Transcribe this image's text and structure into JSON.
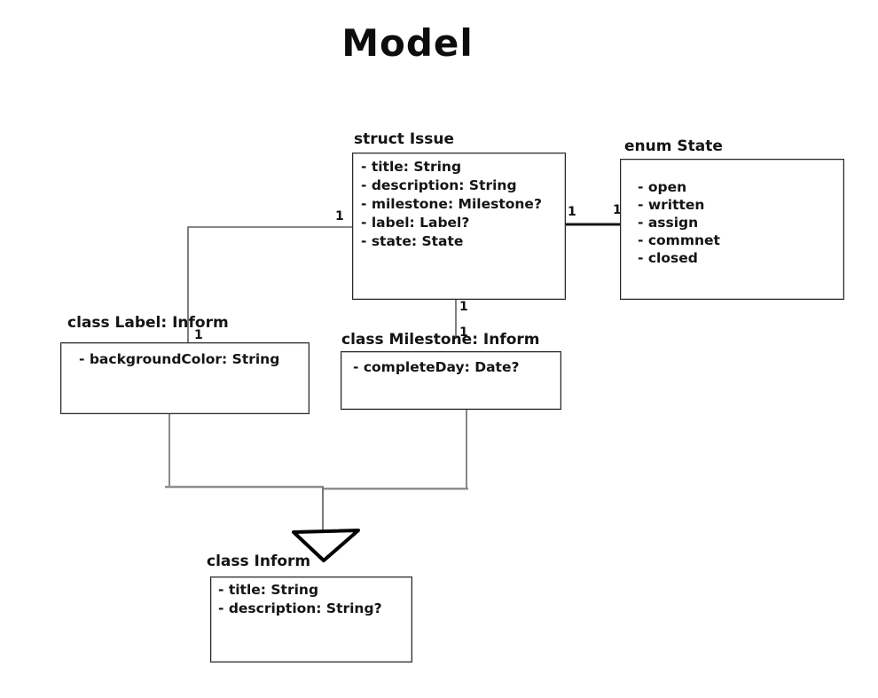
{
  "title": "Model",
  "diagram": {
    "nodes": [
      {
        "id": "issue",
        "header": "struct Issue",
        "fields": [
          "- title: String",
          "- description: String",
          "- milestone: Milestone?",
          "- label: Label?",
          "- state: State"
        ]
      },
      {
        "id": "state",
        "header": "enum State",
        "fields": [
          "- open",
          "- written",
          "- assign",
          "- commnet",
          "- closed"
        ]
      },
      {
        "id": "label",
        "header": "class Label: Inform",
        "fields": [
          "- backgroundColor: String"
        ]
      },
      {
        "id": "milestone",
        "header": "class Milestone: Inform",
        "fields": [
          "- completeDay: Date?"
        ]
      },
      {
        "id": "inform",
        "header": "class Inform",
        "fields": [
          "- title: String",
          "- description: String?"
        ]
      }
    ],
    "edges": [
      {
        "from": "issue",
        "to": "label",
        "type": "association",
        "from_label": "1",
        "to_label": "1"
      },
      {
        "from": "issue",
        "to": "state",
        "type": "association",
        "from_label": "1",
        "to_label": "1"
      },
      {
        "from": "issue",
        "to": "milestone",
        "type": "association",
        "from_label": "1",
        "to_label": "1"
      },
      {
        "from": "label",
        "to": "inform",
        "type": "inheritance"
      },
      {
        "from": "milestone",
        "to": "inform",
        "type": "inheritance"
      }
    ]
  },
  "colors": {
    "background": "#ffffff",
    "ink": "#1a1a1a",
    "line_gray": "#606060"
  }
}
